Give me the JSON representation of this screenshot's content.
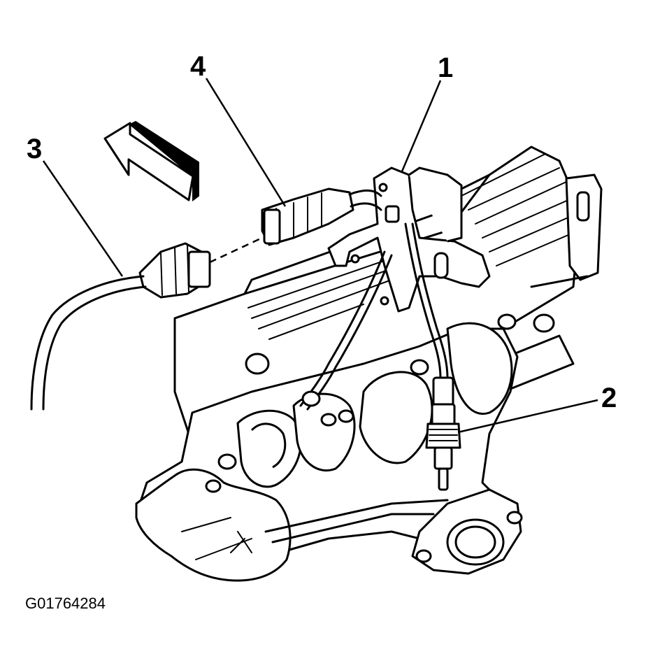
{
  "callouts": [
    {
      "id": "1",
      "label": "1"
    },
    {
      "id": "2",
      "label": "2"
    },
    {
      "id": "3",
      "label": "3"
    },
    {
      "id": "4",
      "label": "4"
    }
  ],
  "figure_id": "G01764284",
  "icons": {
    "direction_arrow": "front-direction-arrow-icon"
  }
}
